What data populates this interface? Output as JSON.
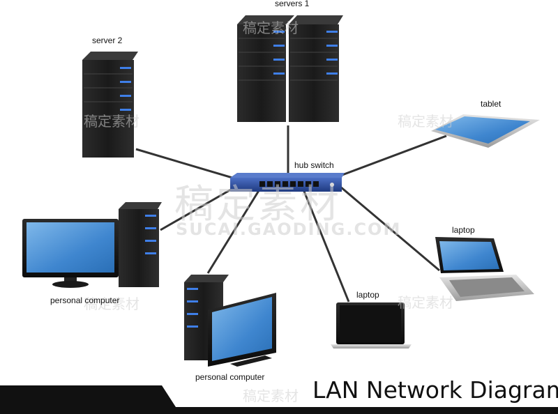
{
  "title": "LAN Network Diagram",
  "nodes": {
    "hub": "hub switch",
    "servers1": "servers 1",
    "server2": "server 2",
    "tablet": "tablet",
    "pc_left": "personal computer",
    "pc_bottom": "personal computer",
    "laptop_bottom": "laptop",
    "laptop_right": "laptop"
  },
  "watermark": {
    "cn": "稿定素材",
    "url": "SUCAI.GAODING.COM"
  },
  "colors": {
    "device_body": "#1f1f1f",
    "screen": "#5b9bd8",
    "switch": "#2b4a9a",
    "led": "#3f7fe8",
    "cable": "#333333"
  }
}
